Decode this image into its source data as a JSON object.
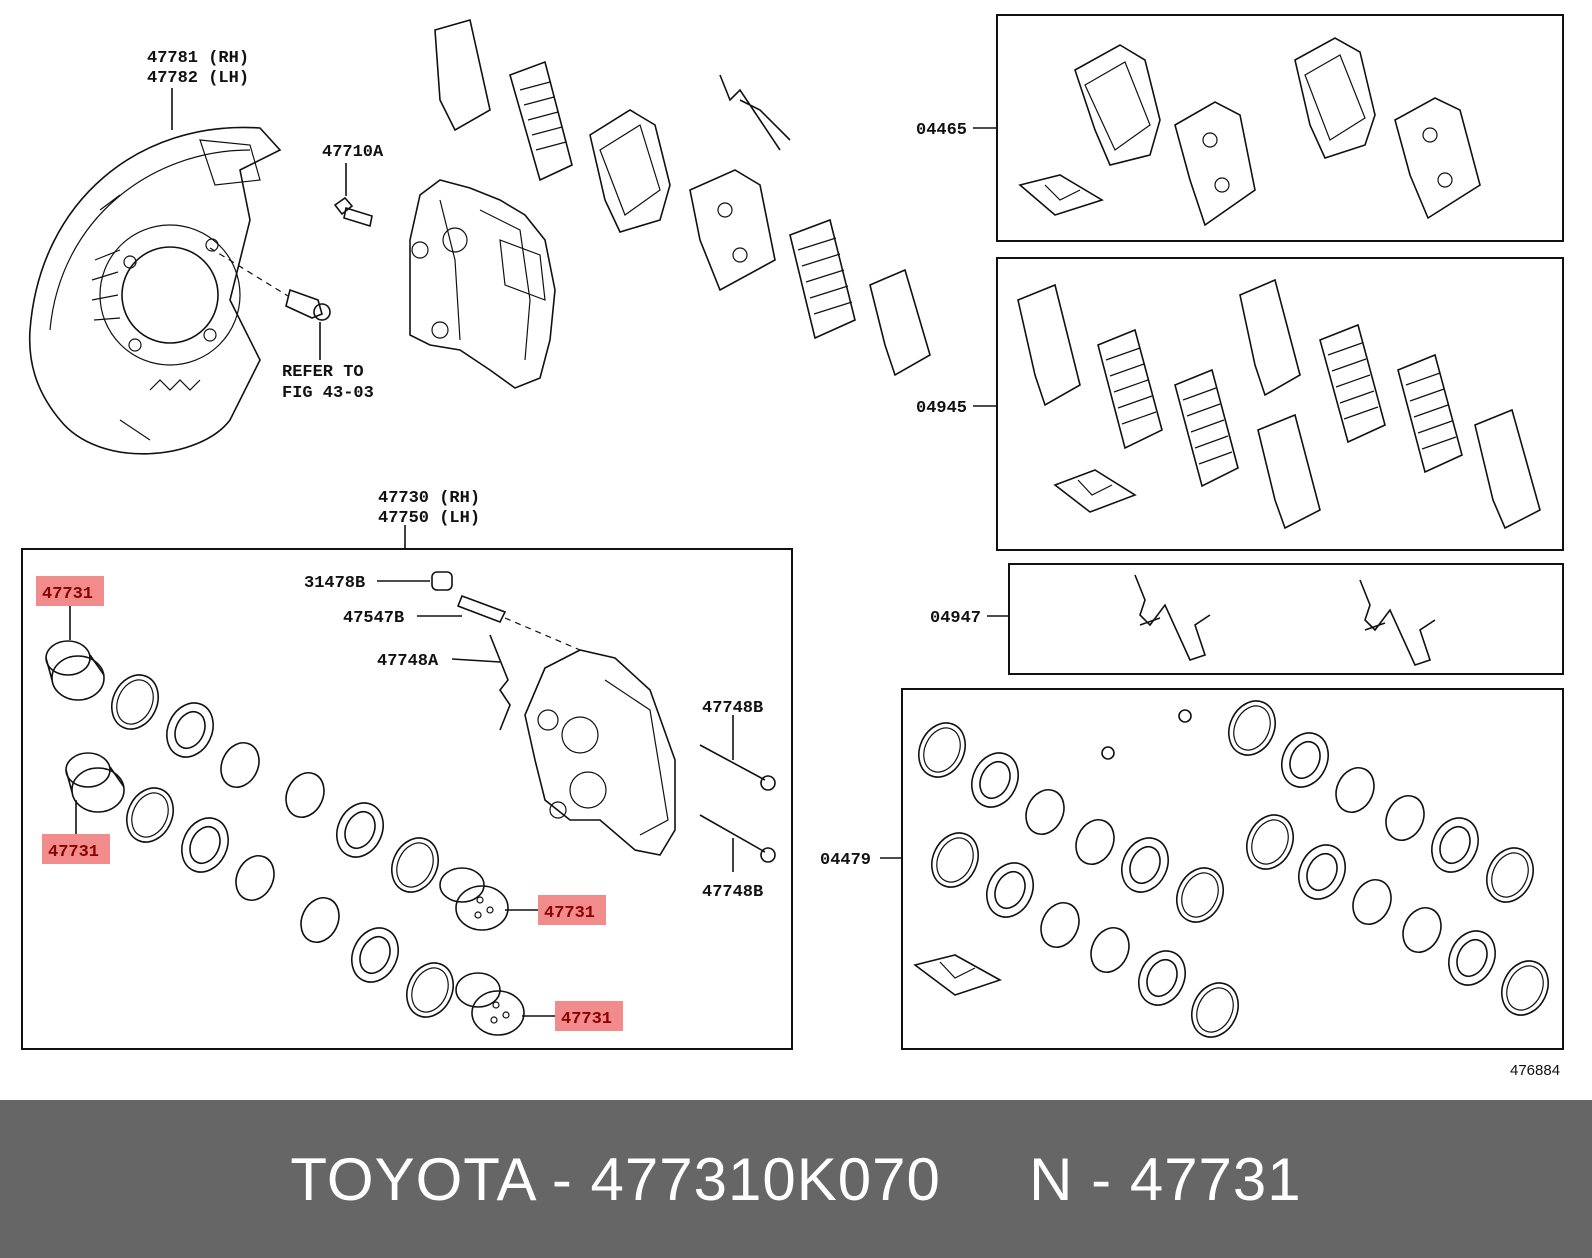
{
  "labels": {
    "shield_rh": "47781 (RH)",
    "shield_lh": "47782 (LH)",
    "bolt": "47710A",
    "refer_1": "REFER TO",
    "refer_2": "FIG 43-03",
    "caliper_rh": "47730 (RH)",
    "caliper_lh": "47750 (LH)",
    "cap": "31478B",
    "bleeder": "47547B",
    "spring": "47748A",
    "pin_top": "47748B",
    "pin_bottom": "47748B",
    "piston_1": "47731",
    "piston_2": "47731",
    "piston_3": "47731",
    "piston_4": "47731",
    "kit_pad": "04465",
    "kit_shim": "04945",
    "kit_spring": "04947",
    "kit_seal": "04479",
    "diagram_no": "476884"
  },
  "footer": {
    "text": "TOYOTA - 477310K070     N - 47731"
  },
  "colors": {
    "highlight": "#f28c8c",
    "footer_bg": "#666666",
    "line": "#111111"
  }
}
